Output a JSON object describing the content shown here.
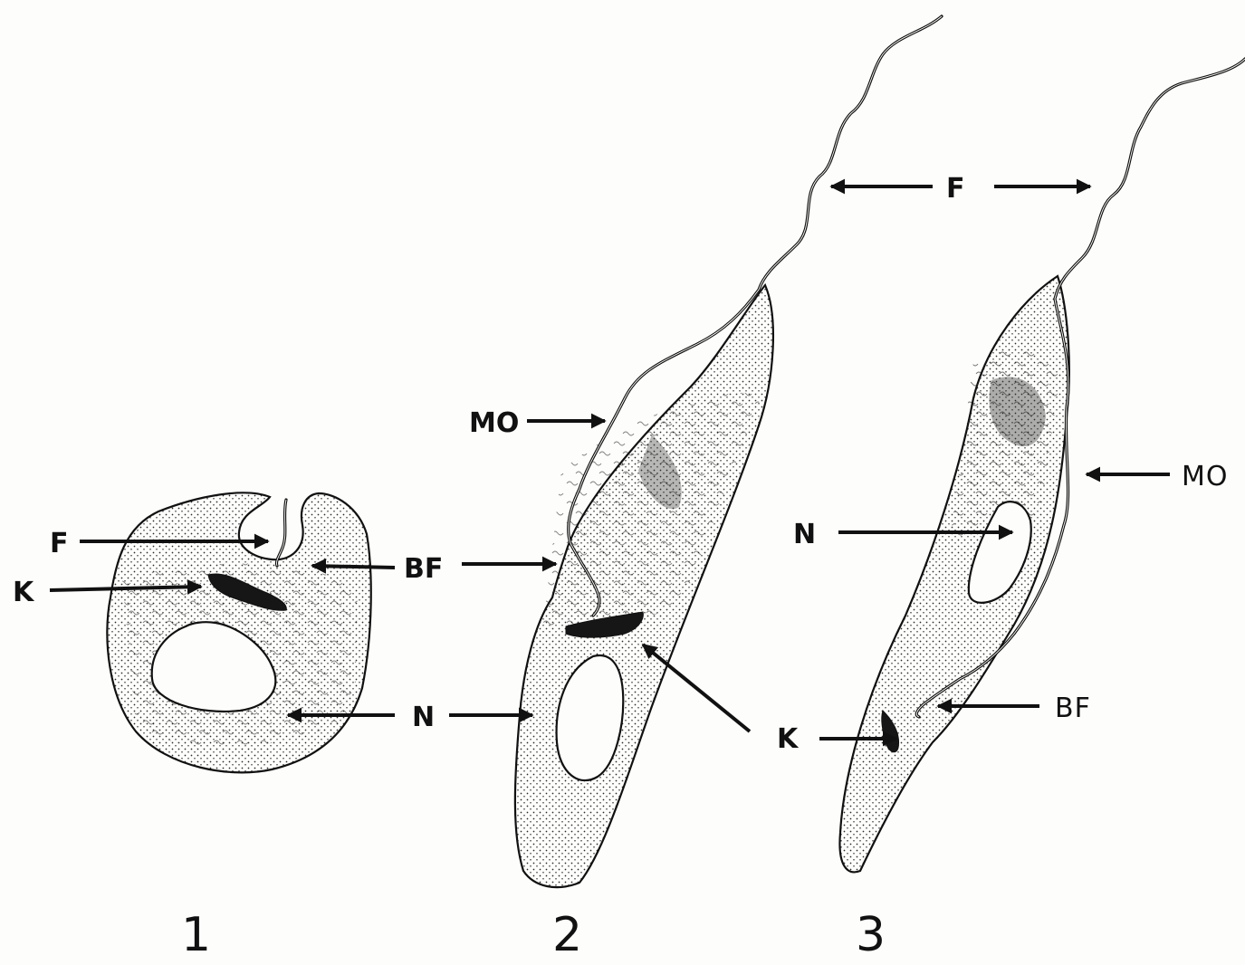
{
  "figure": {
    "panels": [
      {
        "number": "1",
        "labels": {
          "flagellum": "F",
          "kinetoplast": "K",
          "basal_body_flagellum": "BF",
          "nucleus": "N"
        }
      },
      {
        "number": "2",
        "labels": {
          "mo": "MO",
          "basal_body_flagellum": "BF",
          "nucleus": "N",
          "kinetoplast": "K"
        }
      },
      {
        "number": "3",
        "labels": {
          "flagellum": "F",
          "mo": "MO",
          "nucleus": "N",
          "basal_body_flagellum": "BF",
          "kinetoplast": "K"
        }
      }
    ]
  }
}
